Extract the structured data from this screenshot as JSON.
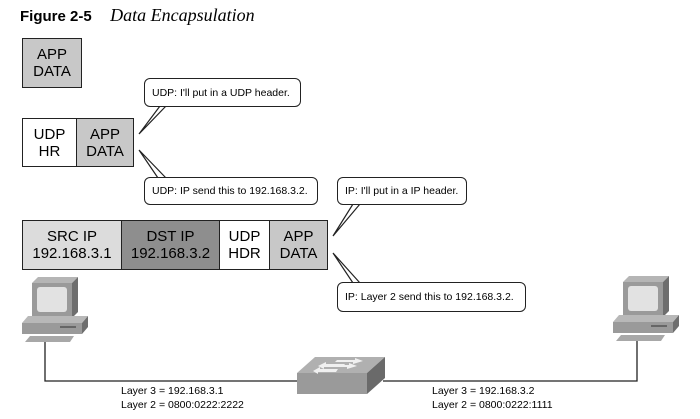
{
  "figure": {
    "number": "Figure 2-5",
    "title": "Data Encapsulation"
  },
  "colors": {
    "app_data": "#c8c8c8",
    "src_ip": "#dcdcdc",
    "dst_ip": "#8e8e8e",
    "header_white": "#ffffff",
    "line": "#222222",
    "device_gray": "#9a9a9a"
  },
  "packets": {
    "step1": {
      "app": [
        "APP",
        "DATA"
      ]
    },
    "step2": {
      "udp": [
        "UDP",
        "HR"
      ],
      "app": [
        "APP",
        "DATA"
      ]
    },
    "step3": {
      "src": [
        "SRC IP",
        "192.168.3.1"
      ],
      "dst": [
        "DST IP",
        "192.168.3.2"
      ],
      "udp": [
        "UDP",
        "HDR"
      ],
      "app": [
        "APP",
        "DATA"
      ]
    }
  },
  "bubbles": {
    "udp_header": "UDP: I'll put in a UDP header.",
    "udp_send": "UDP: IP send this to 192.168.3.2.",
    "ip_header": "IP: I'll put in a IP header.",
    "ip_send": "IP: Layer 2 send this to 192.168.3.2."
  },
  "hosts": {
    "left": {
      "layer3": "Layer 3 = 192.168.3.1",
      "layer2": "Layer 2 = 0800:0222:2222"
    },
    "right": {
      "layer3": "Layer 3 = 192.168.3.2",
      "layer2": "Layer 2 = 0800:0222:1111"
    }
  }
}
